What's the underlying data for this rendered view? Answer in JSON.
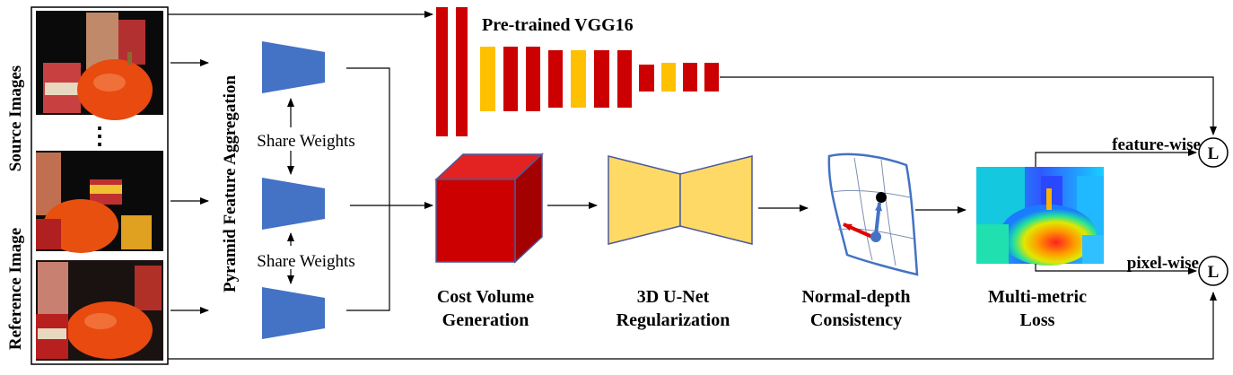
{
  "labels": {
    "source_images": "Source Images",
    "reference_image": "Reference Image",
    "pyramid": "Pyramid Feature Aggregation",
    "share_weights_top": "Share Weights",
    "share_weights_bottom": "Share Weights",
    "vgg": "Pre-trained VGG16",
    "cost_volume_1": "Cost Volume",
    "cost_volume_2": "Generation",
    "unet_1": "3D U-Net",
    "unet_2": "Regularization",
    "normal_1": "Normal-depth",
    "normal_2": "Consistency",
    "loss_1": "Multi-metric",
    "loss_2": "Loss",
    "feature_wise": "feature-wise",
    "pixel_wise": "pixel-wise",
    "loss_symbol_top": "L",
    "loss_symbol_bottom": "L",
    "ellipsis": "⋮"
  },
  "colors": {
    "vgg_red": "#cc0000",
    "vgg_yellow": "#ffc000",
    "encoder_blue": "#4472c4",
    "cube_front": "#cc0000",
    "cube_top": "#e32222",
    "cube_side": "#a30000",
    "unet_fill": "#ffd966",
    "arrow_blue": "#4472c4",
    "arrow_red": "#e00000"
  },
  "vgg_layers": [
    "red",
    "red",
    "yellow",
    "red",
    "red",
    "red",
    "yellow",
    "red",
    "red",
    "red",
    "yellow",
    "red",
    "red"
  ]
}
